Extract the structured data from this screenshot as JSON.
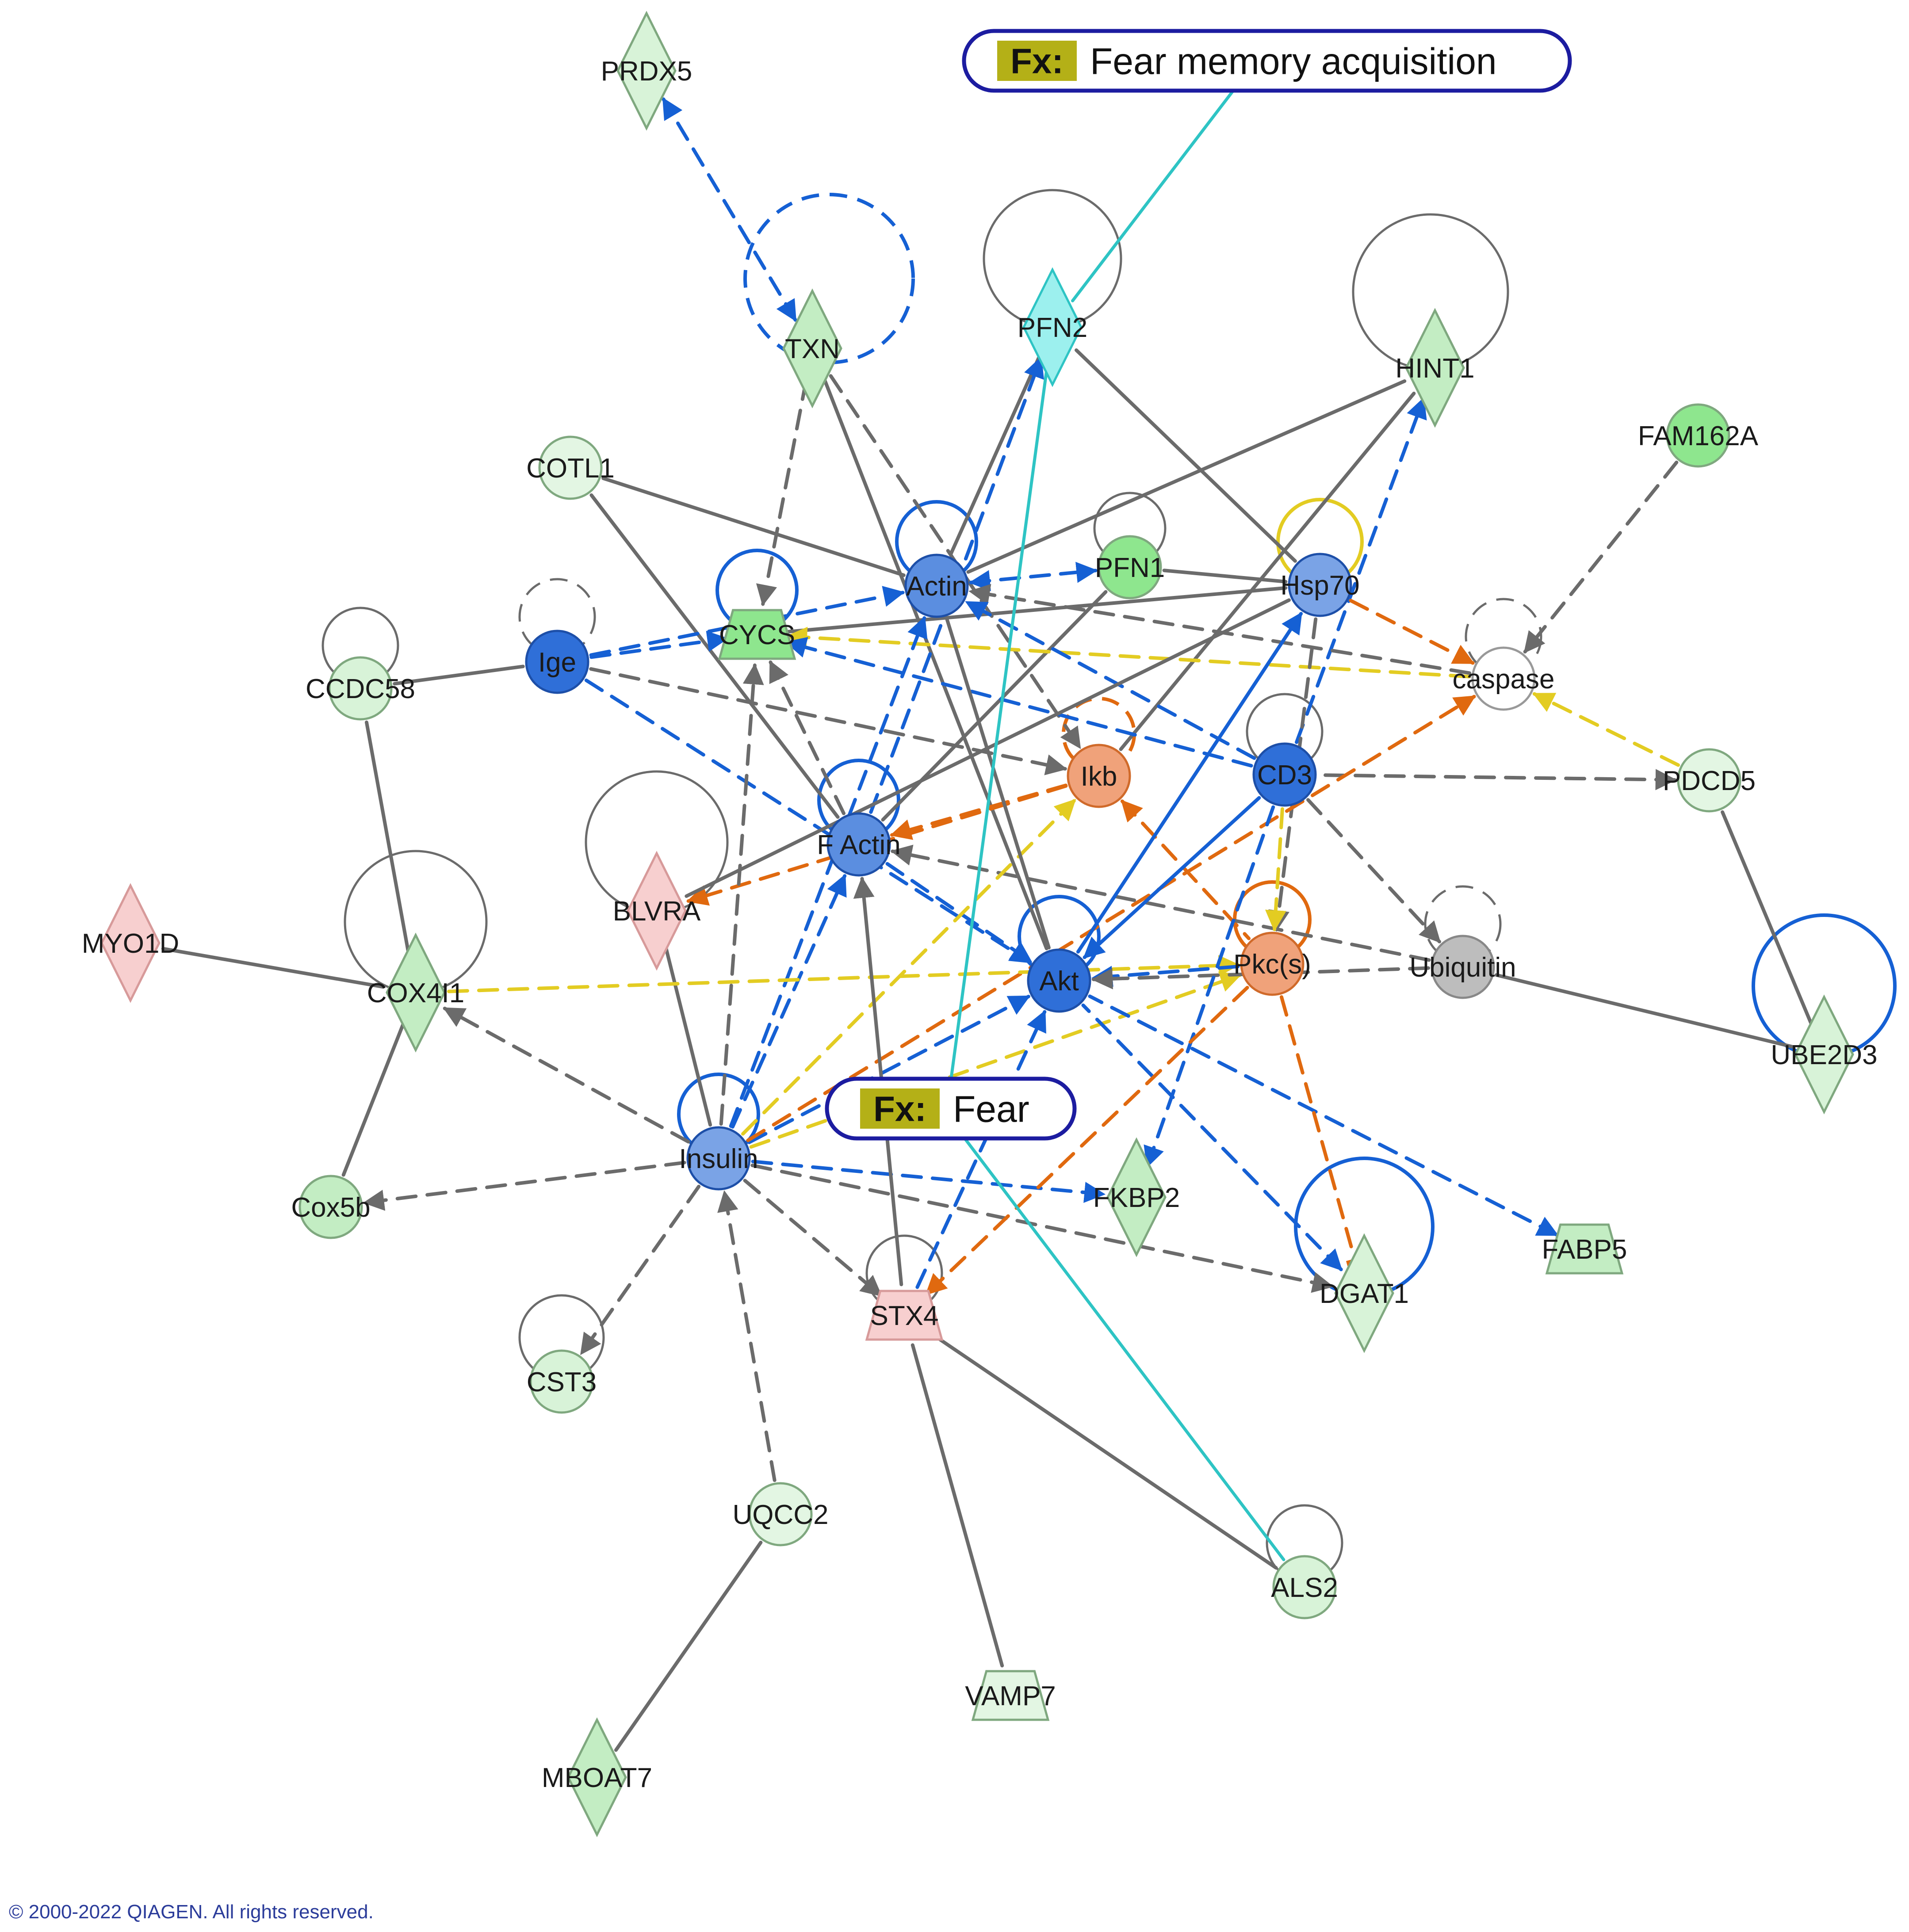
{
  "colors": {
    "blue": "#1560d4",
    "gray": "#6b6b6b",
    "orange": "#e0690f",
    "yellow": "#e3cc22",
    "cyan": "#2ec4c4",
    "green_fill": "#d8f3d8",
    "green_strong": "#8ee68e",
    "pink_fill": "#f7cfcf",
    "orange_fill": "#f0a27a",
    "blue_fill": "#3a7fe0",
    "fx_tag": "#b4b017",
    "fx_border": "#1c1ca0"
  },
  "nodes": [
    {
      "id": "PRDX5",
      "label": "PRDX5",
      "shape": "diamond",
      "fill": "#d8f3d8"
    },
    {
      "id": "TXN",
      "label": "TXN",
      "shape": "diamond",
      "fill": "#c3edc3"
    },
    {
      "id": "PFN2",
      "label": "PFN2",
      "shape": "diamond",
      "fill": "#9cf0ee"
    },
    {
      "id": "HINT1",
      "label": "HINT1",
      "shape": "diamond",
      "fill": "#c3edc3"
    },
    {
      "id": "FAM162A",
      "label": "FAM162A",
      "shape": "circle",
      "fill": "#8ee68e"
    },
    {
      "id": "COTL1",
      "label": "COTL1",
      "shape": "circle",
      "fill": "#e3f6e3"
    },
    {
      "id": "Actin",
      "label": "Actin",
      "shape": "circle",
      "fill": "#5b8ee0"
    },
    {
      "id": "PFN1",
      "label": "PFN1",
      "shape": "circle",
      "fill": "#8ee68e"
    },
    {
      "id": "Hsp70",
      "label": "Hsp70",
      "shape": "circle",
      "fill": "#7aa3e6"
    },
    {
      "id": "caspase",
      "label": "caspase",
      "shape": "circle",
      "fill": "#ffffff"
    },
    {
      "id": "CCDC58",
      "label": "CCDC58",
      "shape": "circle",
      "fill": "#d8f3d8"
    },
    {
      "id": "Ige",
      "label": "Ige",
      "shape": "circle",
      "fill": "#2f6fd8"
    },
    {
      "id": "CYCS",
      "label": "CYCS",
      "shape": "trapezoid",
      "fill": "#8ee68e"
    },
    {
      "id": "Ikb",
      "label": "Ikb",
      "shape": "circle",
      "fill": "#f0a27a"
    },
    {
      "id": "CD3",
      "label": "CD3",
      "shape": "circle",
      "fill": "#2f6fd8"
    },
    {
      "id": "PDCD5",
      "label": "PDCD5",
      "shape": "circle",
      "fill": "#e3f6e3"
    },
    {
      "id": "BLVRA",
      "label": "BLVRA",
      "shape": "diamond",
      "fill": "#f7cfcf"
    },
    {
      "id": "FActin",
      "label": "F Actin",
      "shape": "circle",
      "fill": "#5b8ee0"
    },
    {
      "id": "MYO1D",
      "label": "MYO1D",
      "shape": "diamond",
      "fill": "#f7cfcf"
    },
    {
      "id": "COX4I1",
      "label": "COX4I1",
      "shape": "diamond",
      "fill": "#c3edc3"
    },
    {
      "id": "Akt",
      "label": "Akt",
      "shape": "circle",
      "fill": "#2f6fd8"
    },
    {
      "id": "Pkcs",
      "label": "Pkc(s)",
      "shape": "circle",
      "fill": "#f0a27a"
    },
    {
      "id": "Ubiquitin",
      "label": "Ubiquitin",
      "shape": "circle",
      "fill": "#bdbdbd"
    },
    {
      "id": "UBE2D3",
      "label": "UBE2D3",
      "shape": "diamond",
      "fill": "#d8f3d8"
    },
    {
      "id": "Insulin",
      "label": "Insulin",
      "shape": "circle",
      "fill": "#7aa3e6"
    },
    {
      "id": "Cox5b",
      "label": "Cox5b",
      "shape": "circle",
      "fill": "#c3edc3"
    },
    {
      "id": "FKBP2",
      "label": "FKBP2",
      "shape": "diamond",
      "fill": "#c3edc3"
    },
    {
      "id": "FABP5",
      "label": "FABP5",
      "shape": "trapezoid",
      "fill": "#c3edc3"
    },
    {
      "id": "DGAT1",
      "label": "DGAT1",
      "shape": "diamond",
      "fill": "#d8f3d8"
    },
    {
      "id": "STX4",
      "label": "STX4",
      "shape": "trapezoid",
      "fill": "#f7cfcf"
    },
    {
      "id": "CST3",
      "label": "CST3",
      "shape": "circle",
      "fill": "#d8f3d8"
    },
    {
      "id": "UQCC2",
      "label": "UQCC2",
      "shape": "circle",
      "fill": "#e3f6e3"
    },
    {
      "id": "ALS2",
      "label": "ALS2",
      "shape": "circle",
      "fill": "#d8f3d8"
    },
    {
      "id": "VAMP7",
      "label": "VAMP7",
      "shape": "trapezoid",
      "fill": "#e3f6e3"
    },
    {
      "id": "MBOAT7",
      "label": "MBOAT7",
      "shape": "diamond",
      "fill": "#c3edc3"
    }
  ],
  "self_loops": [
    {
      "node": "TXN",
      "color": "blue",
      "dashed": true
    },
    {
      "node": "PFN2",
      "color": "gray",
      "dashed": false
    },
    {
      "node": "HINT1",
      "color": "gray",
      "dashed": false
    },
    {
      "node": "Actin",
      "color": "blue",
      "dashed": false
    },
    {
      "node": "PFN1",
      "color": "gray",
      "dashed": false
    },
    {
      "node": "Hsp70",
      "color": "yellow",
      "dashed": false
    },
    {
      "node": "caspase",
      "color": "gray",
      "dashed": true
    },
    {
      "node": "CCDC58",
      "color": "gray",
      "dashed": false
    },
    {
      "node": "Ige",
      "color": "gray",
      "dashed": true
    },
    {
      "node": "CYCS",
      "color": "blue",
      "dashed": false
    },
    {
      "node": "Ikb",
      "color": "orange",
      "dashed": true
    },
    {
      "node": "CD3",
      "color": "gray",
      "dashed": false
    },
    {
      "node": "BLVRA",
      "color": "gray",
      "dashed": false
    },
    {
      "node": "FActin",
      "color": "blue",
      "dashed": false
    },
    {
      "node": "COX4I1",
      "color": "gray",
      "dashed": false
    },
    {
      "node": "Akt",
      "color": "blue",
      "dashed": false
    },
    {
      "node": "Pkcs",
      "color": "orange",
      "dashed": false
    },
    {
      "node": "Ubiquitin",
      "color": "gray",
      "dashed": true
    },
    {
      "node": "UBE2D3",
      "color": "blue",
      "dashed": false
    },
    {
      "node": "Insulin",
      "color": "blue",
      "dashed": false
    },
    {
      "node": "DGAT1",
      "color": "blue",
      "dashed": false
    },
    {
      "node": "STX4",
      "color": "gray",
      "dashed": false
    },
    {
      "node": "CST3",
      "color": "gray",
      "dashed": false
    },
    {
      "node": "ALS2",
      "color": "gray",
      "dashed": false
    }
  ],
  "edges": [
    {
      "from": "TXN",
      "to": "PRDX5",
      "color": "blue",
      "dashed": true,
      "arrow": "both"
    },
    {
      "from": "TXN",
      "to": "CYCS",
      "color": "gray",
      "dashed": true,
      "arrow": "end"
    },
    {
      "from": "TXN",
      "to": "Ikb",
      "color": "gray",
      "dashed": true,
      "arrow": "end"
    },
    {
      "from": "TXN",
      "to": "Akt",
      "color": "gray",
      "dashed": false,
      "arrow": "none"
    },
    {
      "from": "PFN2",
      "to": "Actin",
      "color": "gray",
      "dashed": false,
      "arrow": "none"
    },
    {
      "from": "PFN2",
      "to": "Hsp70",
      "color": "gray",
      "dashed": false,
      "arrow": "none"
    },
    {
      "from": "FActin",
      "to": "PFN2",
      "color": "blue",
      "dashed": true,
      "arrow": "end"
    },
    {
      "from": "HINT1",
      "to": "Actin",
      "color": "gray",
      "dashed": false,
      "arrow": "none"
    },
    {
      "from": "HINT1",
      "to": "Ikb",
      "color": "gray",
      "dashed": false,
      "arrow": "none"
    },
    {
      "from": "CD3",
      "to": "HINT1",
      "color": "blue",
      "dashed": true,
      "arrow": "end"
    },
    {
      "from": "FAM162A",
      "to": "caspase",
      "color": "gray",
      "dashed": true,
      "arrow": "end"
    },
    {
      "from": "COTL1",
      "to": "Actin",
      "color": "gray",
      "dashed": false,
      "arrow": "none"
    },
    {
      "from": "COTL1",
      "to": "FActin",
      "color": "gray",
      "dashed": false,
      "arrow": "none"
    },
    {
      "from": "Actin",
      "to": "PFN1",
      "color": "blue",
      "dashed": true,
      "arrow": "both"
    },
    {
      "from": "PFN1",
      "to": "Hsp70",
      "color": "gray",
      "dashed": false,
      "arrow": "none"
    },
    {
      "from": "PFN1",
      "to": "FActin",
      "color": "gray",
      "dashed": false,
      "arrow": "none"
    },
    {
      "from": "Ige",
      "to": "CYCS",
      "color": "blue",
      "dashed": true,
      "arrow": "end"
    },
    {
      "from": "CCDC58",
      "to": "Ige",
      "color": "gray",
      "dashed": false,
      "arrow": "none"
    },
    {
      "from": "Ige",
      "to": "Akt",
      "color": "blue",
      "dashed": true,
      "arrow": "end"
    },
    {
      "from": "Ige",
      "to": "Actin",
      "color": "blue",
      "dashed": true,
      "arrow": "end"
    },
    {
      "from": "Ige",
      "to": "Ikb",
      "color": "gray",
      "dashed": true,
      "arrow": "end"
    },
    {
      "from": "Hsp70",
      "to": "CYCS",
      "color": "gray",
      "dashed": false,
      "arrow": "none"
    },
    {
      "from": "caspase",
      "to": "CYCS",
      "color": "yellow",
      "dashed": true,
      "arrow": "end"
    },
    {
      "from": "caspase",
      "to": "Actin",
      "color": "gray",
      "dashed": true,
      "arrow": "end"
    },
    {
      "from": "PDCD5",
      "to": "caspase",
      "color": "yellow",
      "dashed": true,
      "arrow": "end"
    },
    {
      "from": "PDCD5",
      "to": "CD3",
      "color": "gray",
      "dashed": true,
      "arrow": "start"
    },
    {
      "from": "PDCD5",
      "to": "UBE2D3",
      "color": "gray",
      "dashed": false,
      "arrow": "none"
    },
    {
      "from": "Hsp70",
      "to": "caspase",
      "color": "orange",
      "dashed": true,
      "arrow": "end"
    },
    {
      "from": "CD3",
      "to": "CYCS",
      "color": "blue",
      "dashed": true,
      "arrow": "end"
    },
    {
      "from": "CD3",
      "to": "Actin",
      "color": "blue",
      "dashed": true,
      "arrow": "end"
    },
    {
      "from": "Ikb",
      "to": "FActin",
      "color": "orange",
      "dashed": true,
      "arrow": "end"
    },
    {
      "from": "Ikb",
      "to": "BLVRA",
      "color": "orange",
      "dashed": true,
      "arrow": "end"
    },
    {
      "from": "Ikb",
      "to": "Pkcs",
      "color": "orange",
      "dashed": true,
      "arrow": "start"
    },
    {
      "from": "Hsp70",
      "to": "Pkcs",
      "color": "gray",
      "dashed": true,
      "arrow": "end"
    },
    {
      "from": "CD3",
      "to": "Ubiquitin",
      "color": "gray",
      "dashed": true,
      "arrow": "end"
    },
    {
      "from": "Hsp70",
      "to": "BLVRA",
      "color": "gray",
      "dashed": false,
      "arrow": "none"
    },
    {
      "from": "FActin",
      "to": "CYCS",
      "color": "gray",
      "dashed": true,
      "arrow": "end"
    },
    {
      "from": "FActin",
      "to": "Akt",
      "color": "blue",
      "dashed": true,
      "arrow": "end"
    },
    {
      "from": "Ubiquitin",
      "to": "FActin",
      "color": "gray",
      "dashed": true,
      "arrow": "end"
    },
    {
      "from": "Insulin",
      "to": "CYCS",
      "color": "gray",
      "dashed": true,
      "arrow": "end"
    },
    {
      "from": "Insulin",
      "to": "Actin",
      "color": "blue",
      "dashed": true,
      "arrow": "end"
    },
    {
      "from": "Insulin",
      "to": "FActin",
      "color": "blue",
      "dashed": true,
      "arrow": "end"
    },
    {
      "from": "Insulin",
      "to": "Ikb",
      "color": "yellow",
      "dashed": true,
      "arrow": "end"
    },
    {
      "from": "Insulin",
      "to": "Akt",
      "color": "blue",
      "dashed": true,
      "arrow": "end"
    },
    {
      "from": "Insulin",
      "to": "Pkcs",
      "color": "yellow",
      "dashed": true,
      "arrow": "end"
    },
    {
      "from": "Insulin",
      "to": "caspase",
      "color": "orange",
      "dashed": true,
      "arrow": "end"
    },
    {
      "from": "Insulin",
      "to": "Cox5b",
      "color": "gray",
      "dashed": true,
      "arrow": "end"
    },
    {
      "from": "Insulin",
      "to": "CST3",
      "color": "gray",
      "dashed": true,
      "arrow": "end"
    },
    {
      "from": "Insulin",
      "to": "FKBP2",
      "color": "blue",
      "dashed": true,
      "arrow": "end"
    },
    {
      "from": "Insulin",
      "to": "DGAT1",
      "color": "gray",
      "dashed": true,
      "arrow": "end"
    },
    {
      "from": "Insulin",
      "to": "STX4",
      "color": "gray",
      "dashed": true,
      "arrow": "end"
    },
    {
      "from": "UQCC2",
      "to": "Insulin",
      "color": "gray",
      "dashed": true,
      "arrow": "end"
    },
    {
      "from": "Insulin",
      "to": "BLVRA",
      "color": "gray",
      "dashed": false,
      "arrow": "none"
    },
    {
      "from": "COX4I1",
      "to": "Pkcs",
      "color": "yellow",
      "dashed": true,
      "arrow": "end"
    },
    {
      "from": "Insulin",
      "to": "COX4I1",
      "color": "gray",
      "dashed": true,
      "arrow": "end"
    },
    {
      "from": "MYO1D",
      "to": "COX4I1",
      "color": "gray",
      "dashed": false,
      "arrow": "none"
    },
    {
      "from": "CCDC58",
      "to": "COX4I1",
      "color": "gray",
      "dashed": false,
      "arrow": "none"
    },
    {
      "from": "COX4I1",
      "to": "Cox5b",
      "color": "gray",
      "dashed": false,
      "arrow": "none"
    },
    {
      "from": "Akt",
      "to": "Hsp70",
      "color": "blue",
      "dashed": false,
      "arrow": "end"
    },
    {
      "from": "Akt",
      "to": "CD3",
      "color": "blue",
      "dashed": false,
      "arrow": "start"
    },
    {
      "from": "Akt",
      "to": "Actin",
      "color": "gray",
      "dashed": false,
      "arrow": "none"
    },
    {
      "from": "Pkcs",
      "to": "Akt",
      "color": "blue",
      "dashed": true,
      "arrow": "end"
    },
    {
      "from": "Ubiquitin",
      "to": "Akt",
      "color": "gray",
      "dashed": true,
      "arrow": "end"
    },
    {
      "from": "Ubiquitin",
      "to": "UBE2D3",
      "color": "gray",
      "dashed": false,
      "arrow": "none"
    },
    {
      "from": "FABP5",
      "to": "Akt",
      "color": "blue",
      "dashed": true,
      "arrow": "start"
    },
    {
      "from": "DGAT1",
      "to": "Akt",
      "color": "blue",
      "dashed": true,
      "arrow": "start"
    },
    {
      "from": "CD3",
      "to": "FKBP2",
      "color": "blue",
      "dashed": true,
      "arrow": "end"
    },
    {
      "from": "Pkcs",
      "to": "STX4",
      "color": "orange",
      "dashed": true,
      "arrow": "end"
    },
    {
      "from": "Pkcs",
      "to": "DGAT1",
      "color": "orange",
      "dashed": true,
      "arrow": "inhibit"
    },
    {
      "from": "STX4",
      "to": "Akt",
      "color": "blue",
      "dashed": true,
      "arrow": "end"
    },
    {
      "from": "STX4",
      "to": "FActin",
      "color": "gray",
      "dashed": false,
      "arrow": "end"
    },
    {
      "from": "STX4",
      "to": "ALS2",
      "color": "gray",
      "dashed": false,
      "arrow": "none"
    },
    {
      "from": "STX4",
      "to": "VAMP7",
      "color": "gray",
      "dashed": false,
      "arrow": "none"
    },
    {
      "from": "UQCC2",
      "to": "MBOAT7",
      "color": "gray",
      "dashed": false,
      "arrow": "none"
    },
    {
      "from": "CD3",
      "to": "Pkcs",
      "color": "yellow",
      "dashed": true,
      "arrow": "end"
    },
    {
      "from": "FxFear",
      "to": "ALS2",
      "color": "cyan",
      "dashed": false,
      "arrow": "none"
    },
    {
      "from": "FxFear",
      "to": "PFN2",
      "color": "cyan",
      "dashed": false,
      "arrow": "none"
    },
    {
      "from": "FxMem",
      "to": "PFN2",
      "color": "cyan",
      "dashed": false,
      "arrow": "none"
    }
  ],
  "functions": [
    {
      "id": "FxMem",
      "tag": "Fx:",
      "label": "Fear memory acquisition"
    },
    {
      "id": "FxFear",
      "tag": "Fx:",
      "label": "Fear"
    }
  ],
  "copyright": "© 2000-2022 QIAGEN. All rights reserved."
}
